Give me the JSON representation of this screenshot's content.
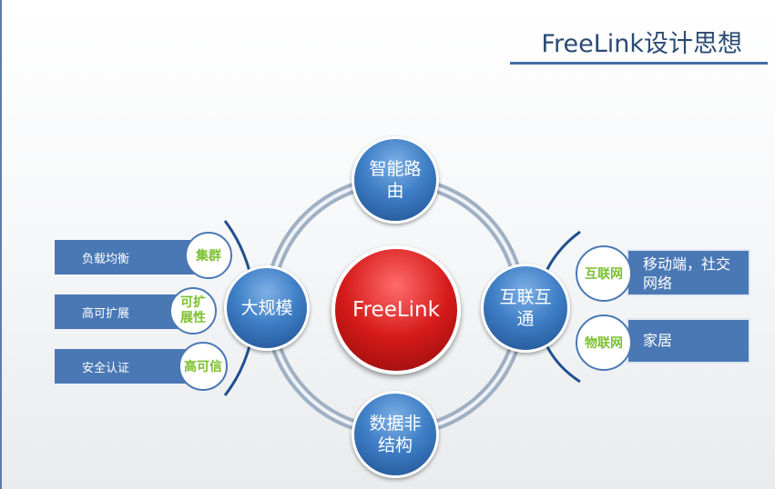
{
  "header": {
    "title": "FreeLink设计思想"
  },
  "center": {
    "label": "FreeLink"
  },
  "nodes": {
    "top": [
      "智能路",
      "由"
    ],
    "left": [
      "大规模"
    ],
    "right": [
      "互联互",
      "通"
    ],
    "bottom": [
      "数据非",
      "结构"
    ]
  },
  "left_items": [
    {
      "text": "负载均衡",
      "tag": [
        "集群"
      ]
    },
    {
      "text": "高可扩展",
      "tag": [
        "可扩",
        "展性"
      ]
    },
    {
      "text": "安全认证",
      "tag": [
        "高可信"
      ]
    }
  ],
  "right_items": [
    {
      "text": [
        "移动端，社交",
        "网络"
      ],
      "tag": "互联网"
    },
    {
      "text": [
        "家居"
      ],
      "tag": "物联网"
    }
  ],
  "colors": {
    "node_blue": "#3f7fc6",
    "center_red": "#d61a1a",
    "tag_green": "#7cc02e",
    "bar_blue": "#4a78b5"
  }
}
